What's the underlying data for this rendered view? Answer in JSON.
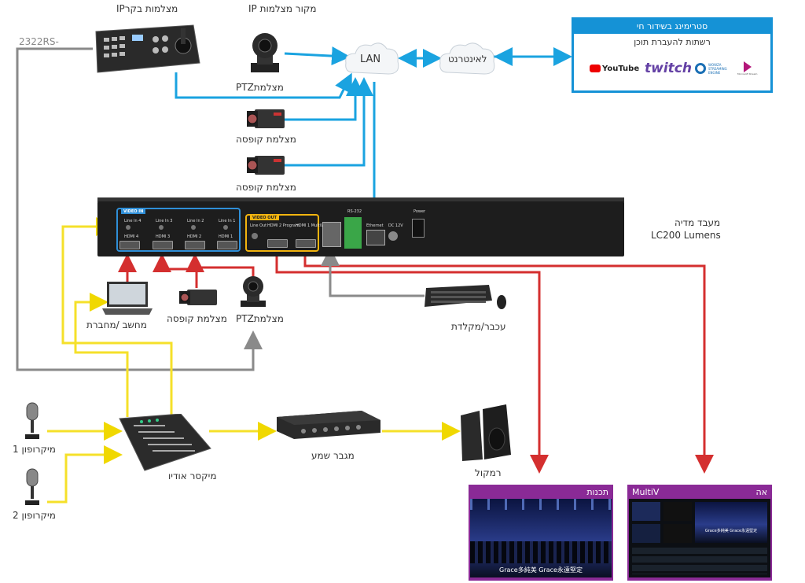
{
  "labels": {
    "ip_cam_controller": "מצלמות בקרIP",
    "ip_cam_source": "מקור מצלמות IP",
    "rs232": "2322RS-",
    "lan": "LAN",
    "internet": "לאינטרנט",
    "ptz_top": "מצלמתPTZ",
    "box_cam_1": "מצלמת קופסה",
    "box_cam_2": "מצלמת קופסה",
    "processor_line1": "מעבד מדיה",
    "processor_line2": "LC200 Lumens",
    "laptop": "מחשב /מחברת",
    "box_cam_3": "מצלמת קופסה",
    "ptz_bottom": "מצלמתPTZ",
    "keyboard": "עכבר/מקלדת",
    "mic1": "מיקרופון 1",
    "mic2": "מיקרופון 2",
    "mixer": "מיקסר אודיו",
    "amp": "מגבר שמע",
    "speaker": "רמקול"
  },
  "streaming": {
    "title": "סטרימינג בשידור חי",
    "subtitle": "רשתות להעברת תוכן",
    "logos": [
      "YouTube",
      "twitch",
      "WOWZA STREAMING ENGINE",
      "Microsoft Stream"
    ]
  },
  "processor": {
    "video_in": "VIDEO IN",
    "video_out": "VIDEO OUT",
    "ports_in": [
      "Line In 4",
      "Line In 3",
      "Line In 2",
      "Line In 1"
    ],
    "hdmi_in": [
      "HDMI 4",
      "HDMI 3",
      "HDMI 2",
      "HDMI 1"
    ],
    "ports_out": [
      "Line Out",
      "HDMI 2 Program",
      "HDMI 1 MultiView"
    ],
    "rs232": "RS-232",
    "ethernet": "Ethernet",
    "dc": "DC 12V",
    "power": "Power"
  },
  "monitors": {
    "program_title": "תכנות",
    "program_caption": "Grace多純美 Grace永遠堅定",
    "multiview_title_left": "MultiV",
    "multiview_title_right": "אה",
    "multiview_caption": "Grace多純美 Grace永遠堅定"
  },
  "colors": {
    "network": "#1aa3e0",
    "hdmi_out": "#d42f2f",
    "audio": "#f5e02a",
    "rs232": "#8a8a8a",
    "monitor": "#8a2a96"
  }
}
